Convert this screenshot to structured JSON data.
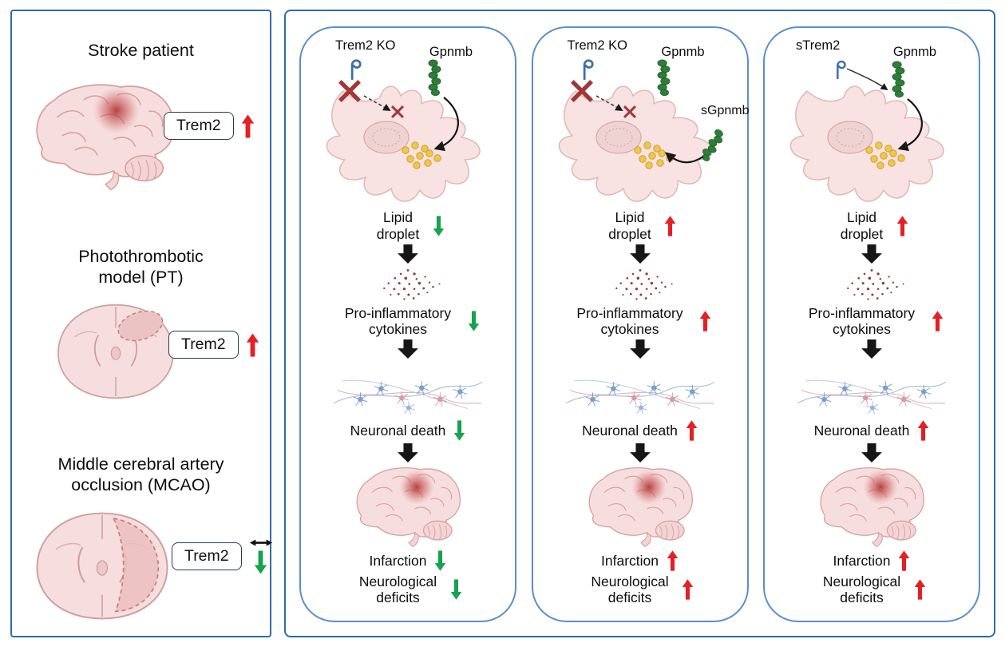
{
  "left_panel": {
    "sections": [
      {
        "title": "Stroke patient",
        "marker_label": "Trem2",
        "trend": "up"
      },
      {
        "title": "Photothrombotic model (PT)",
        "marker_label": "Trem2",
        "trend": "up"
      },
      {
        "title": "Middle cerebral artery occlusion (MCAO)",
        "marker_label": "Trem2",
        "trend": "unchanged-then-down"
      }
    ]
  },
  "columns": [
    {
      "receptor_label": "Trem2 KO",
      "ligand_label": "Gpnmb",
      "steps": [
        {
          "label": "Lipid droplet",
          "trend": "down"
        },
        {
          "label": "Pro-inflammatory cytokines",
          "trend": "down"
        },
        {
          "label": "Neuronal death",
          "trend": "down"
        },
        {
          "label": "Infarction",
          "trend": "down"
        },
        {
          "label": "Neurological deficits",
          "trend": "down"
        }
      ]
    },
    {
      "receptor_label": "Trem2 KO",
      "ligand_label": "Gpnmb",
      "soluble_label": "sGpnmb",
      "steps": [
        {
          "label": "Lipid droplet",
          "trend": "up"
        },
        {
          "label": "Pro-inflammatory cytokines",
          "trend": "up"
        },
        {
          "label": "Neuronal death",
          "trend": "up"
        },
        {
          "label": "Infarction",
          "trend": "up"
        },
        {
          "label": "Neurological deficits",
          "trend": "up"
        }
      ]
    },
    {
      "receptor_label": "sTrem2",
      "ligand_label": "Gpnmb",
      "steps": [
        {
          "label": "Lipid droplet",
          "trend": "up"
        },
        {
          "label": "Pro-inflammatory cytokines",
          "trend": "up"
        },
        {
          "label": "Neuronal death",
          "trend": "up"
        },
        {
          "label": "Infarction",
          "trend": "up"
        },
        {
          "label": "Neurological deficits",
          "trend": "up"
        }
      ]
    }
  ],
  "icons": {
    "trem2-receptor-icon": "blue hook receptor",
    "gpnmb-icon": "green bead chain",
    "knockout-x-icon": "dark red X",
    "flow-arrow-icon": "black block down arrow",
    "up-arrow-icon": "red up arrow",
    "down-arrow-icon": "green down arrow",
    "double-arrow-icon": "black horizontal double arrow"
  },
  "colors": {
    "panel_border": "#2e6ca4",
    "column_border": "#5b8fc9",
    "up_arrow": "#e61e25",
    "down_arrow": "#17a24f",
    "knockout_x": "#a33636",
    "trem2_blue": "#3a6fae",
    "gpnmb_green": "#2e7d3a",
    "lipid_yellow": "#f3c64a",
    "cell_pink": "#f8e2e2"
  }
}
